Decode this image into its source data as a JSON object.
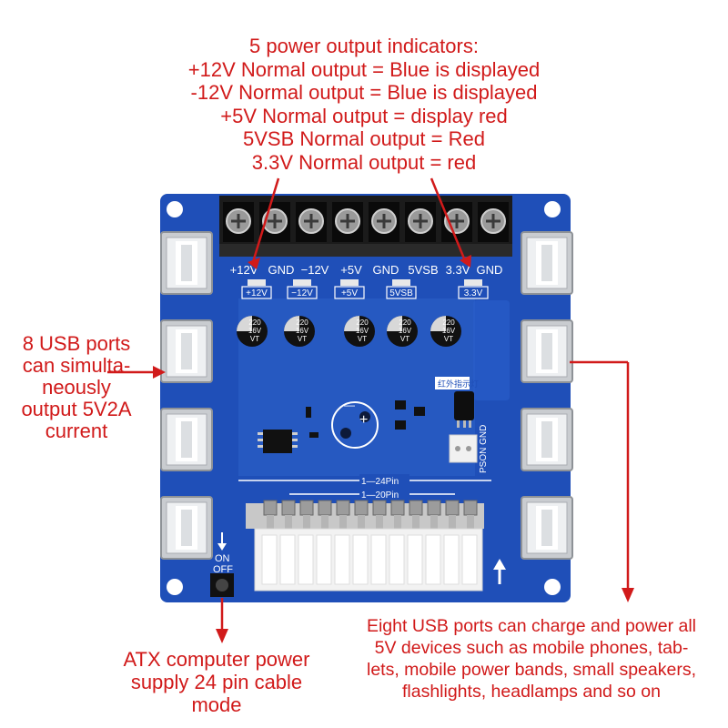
{
  "annotations": {
    "top": {
      "title": "5 power output indicators:",
      "lines": [
        "+12V Normal output = Blue is displayed",
        "-12V Normal output = Blue is displayed",
        "+5V Normal output = display red",
        "5VSB Normal output = Red",
        "3.3V Normal output = red"
      ]
    },
    "left": [
      "8 USB ports",
      "can simulta-",
      "neously",
      "output 5V2A",
      "current"
    ],
    "atx": [
      "ATX computer power",
      "supply 24 pin cable",
      "mode"
    ],
    "usb_charge": [
      "Eight USB ports can charge and power all",
      "5V devices such as mobile phones, tab-",
      "lets, mobile power bands, small speakers,",
      "flashlights, headlamps and so on"
    ]
  },
  "board": {
    "terminal_labels": [
      "+12V",
      "GND",
      "−12V",
      "+5V",
      "GND",
      "5VSB",
      "3.3V",
      "GND"
    ],
    "led_labels": [
      "+12V",
      "−12V",
      "+5V",
      "5VSB",
      "3.3V"
    ],
    "capacitor_labels": [
      "220",
      "16V",
      "VT"
    ],
    "ir_label": "红外指示灯",
    "pson_label": "PSON GND",
    "pin_24": "1—24Pin",
    "pin_20": "1—20Pin",
    "switch_on": "ON",
    "switch_off": "OFF"
  },
  "colors": {
    "annotation": "#d11a1a",
    "pcb": "#1f4fb8",
    "pcb_inner": "#2b63c9",
    "terminal": "#1b1b1b",
    "connector": "#f2f2f2"
  }
}
